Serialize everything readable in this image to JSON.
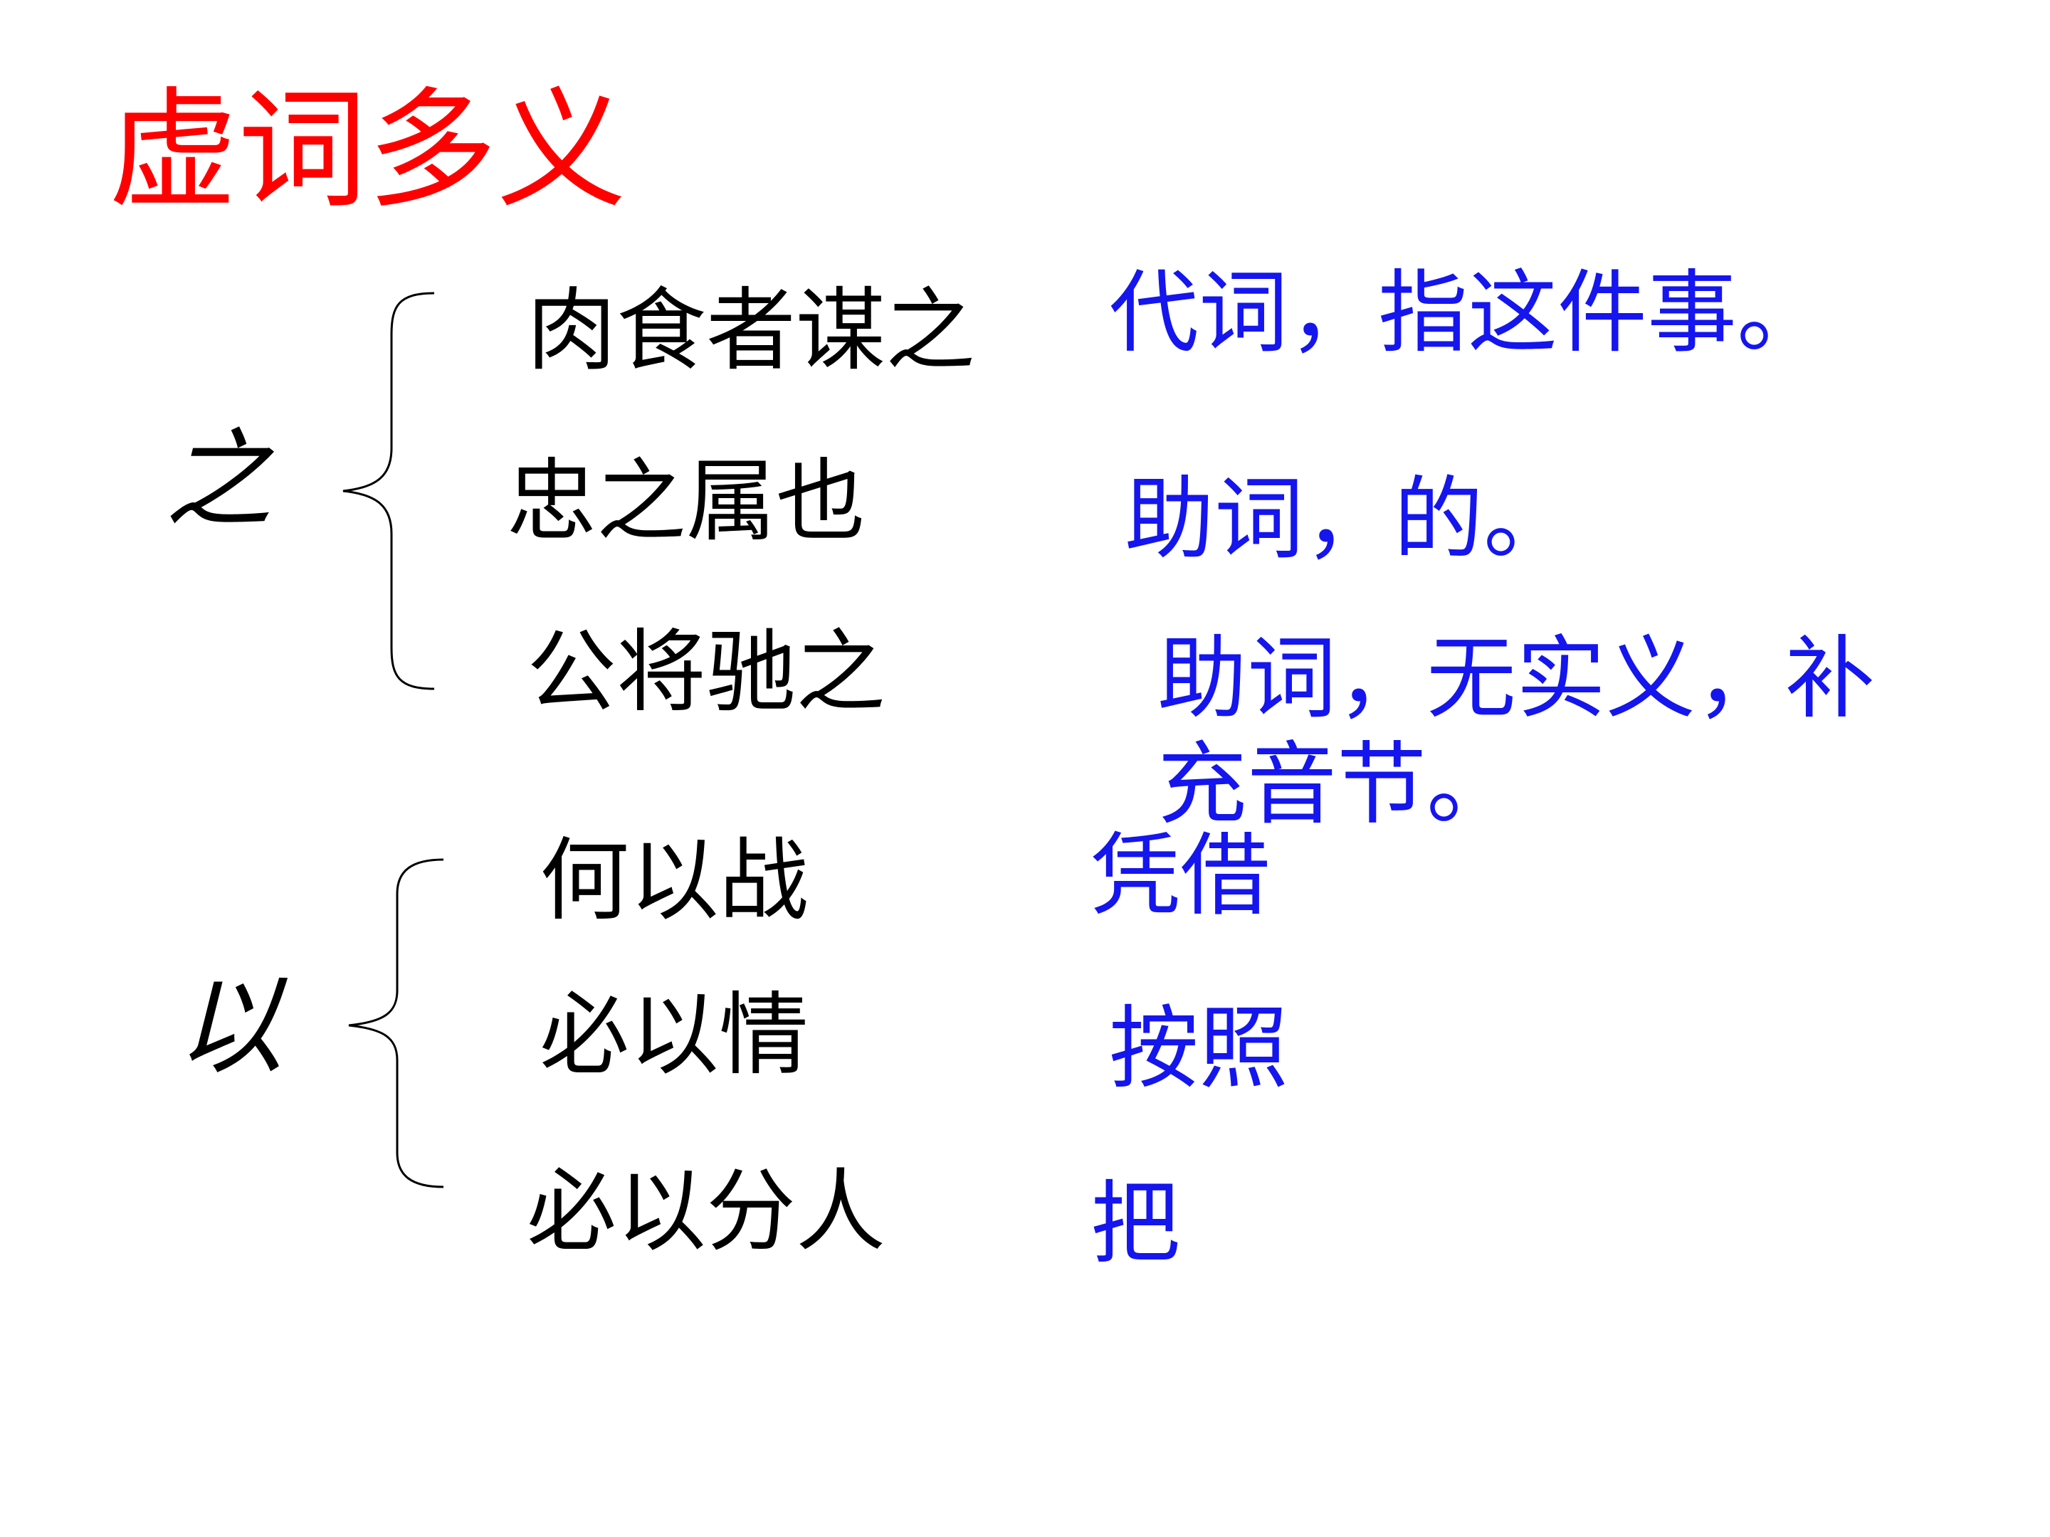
{
  "title": "虚词多义",
  "colors": {
    "title": "#ff0000",
    "meaning": "#1515ee",
    "text": "#000000"
  },
  "groups": [
    {
      "char": "之",
      "items": [
        {
          "phrase": "肉食者谋之",
          "meaning": "代词，指这件事。"
        },
        {
          "phrase": "忠之属也",
          "meaning": "助词，的。"
        },
        {
          "phrase": "公将驰之",
          "meaning": "助词，无实义，补充音节。"
        }
      ]
    },
    {
      "char": "以",
      "items": [
        {
          "phrase": "何以战",
          "meaning": "凭借"
        },
        {
          "phrase": "必以情",
          "meaning": "按照"
        },
        {
          "phrase": "必以分人",
          "meaning": "把"
        }
      ]
    }
  ]
}
